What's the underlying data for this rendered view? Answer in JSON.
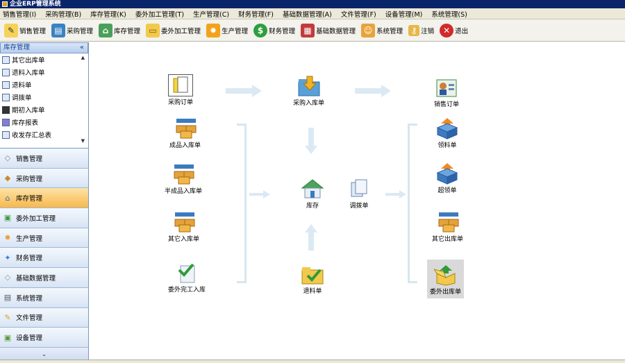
{
  "window": {
    "title": "企业ERP管理系统"
  },
  "menu": [
    "销售管理(I)",
    "采购管理(B)",
    "库存管理(K)",
    "委外加工管理(T)",
    "生产管理(C)",
    "财务管理(F)",
    "基础数据管理(A)",
    "文件管理(F)",
    "设备管理(M)",
    "系统管理(S)"
  ],
  "toolbar": {
    "sales": "销售管理",
    "purchase": "采购管理",
    "inventory": "库存管理",
    "outsource": "委外加工管理",
    "production": "生产管理",
    "finance": "财务管理",
    "basedata": "基础数据管理",
    "system": "系统管理",
    "logout": "注销",
    "exit": "退出"
  },
  "sidebar": {
    "title": "库存管理",
    "collapse": "«",
    "tree": [
      "其它出库单",
      "退料入库单",
      "退料单",
      "调拨单",
      "期初入库单",
      "库存报表",
      "收发存汇总表"
    ],
    "nav": [
      "销售管理",
      "采购管理",
      "库存管理",
      "委外加工管理",
      "生产管理",
      "财务管理",
      "基础数据管理",
      "系统管理",
      "文件管理",
      "设备管理"
    ],
    "active": "库存管理",
    "footer": "⌄"
  },
  "flow": {
    "purchase_order": "采购订单",
    "purchase_in": "采购入库单",
    "sales_order": "销售订单",
    "finished_in": "成品入库单",
    "semi_in": "半成品入库单",
    "other_in": "其它入库单",
    "outsource_done": "委外完工入库",
    "stock": "库存",
    "transfer": "调拨单",
    "return": "退料单",
    "pick": "领料单",
    "over_pick": "超领单",
    "other_out": "其它出库单",
    "outsource_out": "委外出库单"
  },
  "colors": {
    "arrow": "#dbe9f4",
    "bracket": "#d6e6ef",
    "active_nav": "#f7b84d",
    "titlebar": "#0a246a"
  }
}
